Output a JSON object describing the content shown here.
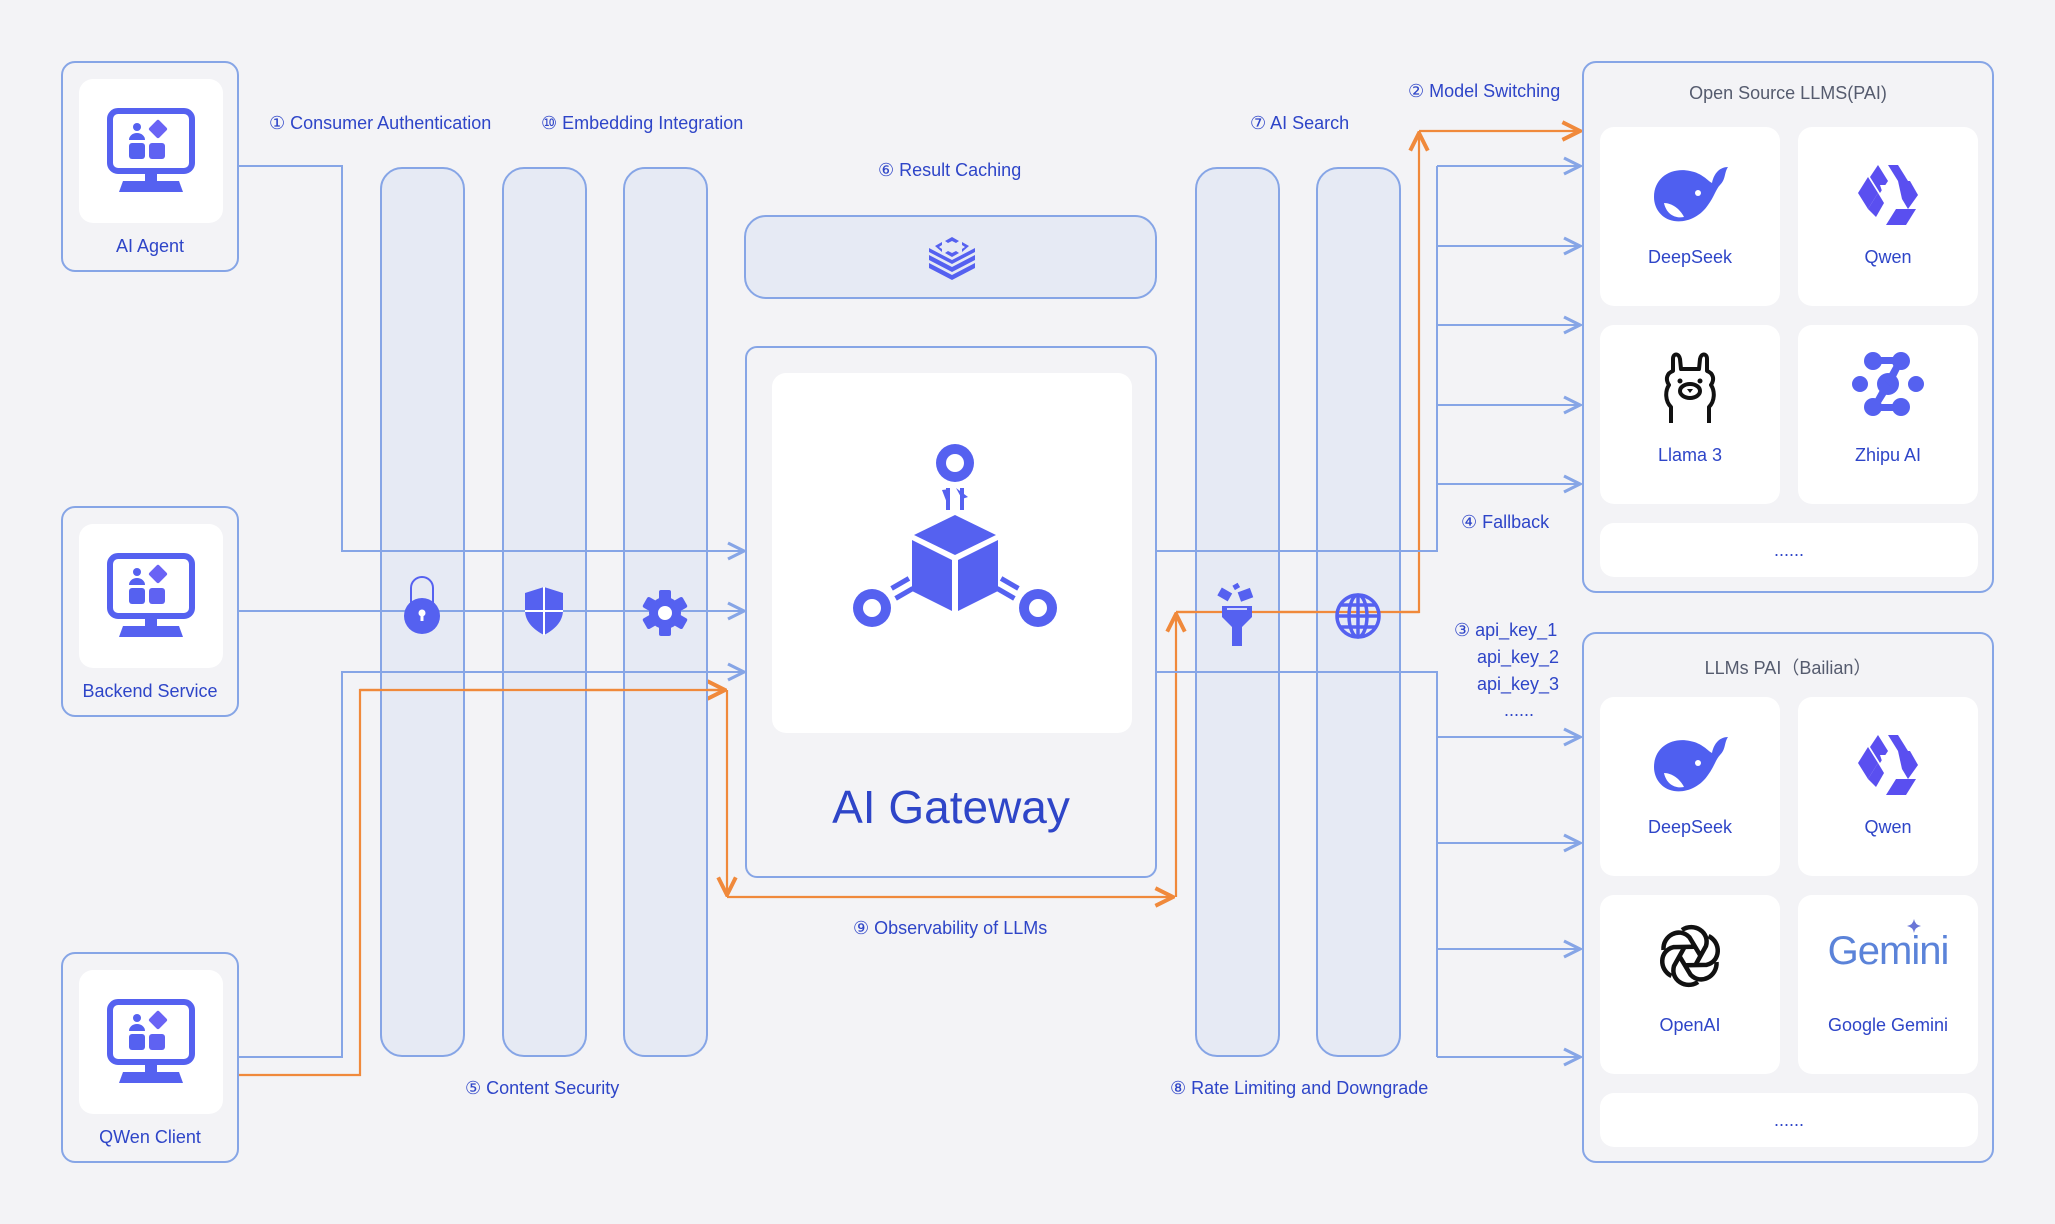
{
  "clients": [
    {
      "label": "AI Agent",
      "icon": "monitor-apps-icon"
    },
    {
      "label": "Backend Service",
      "icon": "monitor-apps-icon"
    },
    {
      "label": "QWen Client",
      "icon": "monitor-apps-icon"
    }
  ],
  "steps": {
    "s1": "① Consumer Authentication",
    "s10": "⑩ Embedding Integration",
    "s6": "⑥ Result Caching",
    "s7": "⑦ AI Search",
    "s2": "② Model Switching",
    "s4": "④ Fallback",
    "s3": [
      "③ api_key_1",
      "api_key_2",
      "api_key_3",
      "......"
    ],
    "s5": "⑤ Content Security",
    "s9": "⑨ Observability of LLMs",
    "s8": "⑧ Rate Limiting and Downgrade"
  },
  "plugins_left": [
    "lock-icon",
    "shield-icon",
    "gear-icon"
  ],
  "plugins_right": [
    "funnel-icon",
    "globe-icon"
  ],
  "cache_icon": "stack-icon",
  "gateway": {
    "title": "AI Gateway",
    "icon": "gateway-cube-icon"
  },
  "groups": [
    {
      "title": "Open Source LLMS(PAI)",
      "models": [
        {
          "label": "DeepSeek",
          "icon": "deepseek-whale-icon"
        },
        {
          "label": "Qwen",
          "icon": "qwen-star-icon"
        },
        {
          "label": "Llama 3",
          "icon": "llama-icon"
        },
        {
          "label": "Zhipu AI",
          "icon": "zhipu-icon"
        }
      ],
      "more": "......"
    },
    {
      "title": "LLMs PAI（Bailian）",
      "models": [
        {
          "label": "DeepSeek",
          "icon": "deepseek-whale-icon"
        },
        {
          "label": "Qwen",
          "icon": "qwen-star-icon"
        },
        {
          "label": "OpenAI",
          "icon": "openai-knot-icon"
        },
        {
          "label": "Google Gemini",
          "icon": "gemini-wordmark-icon",
          "wordmark": "Gemini"
        }
      ],
      "more": "......"
    }
  ],
  "colors": {
    "line": "#86a5e6",
    "highlight": "#f0893b",
    "accent": "#5561f0",
    "text": "#2e45c8"
  }
}
